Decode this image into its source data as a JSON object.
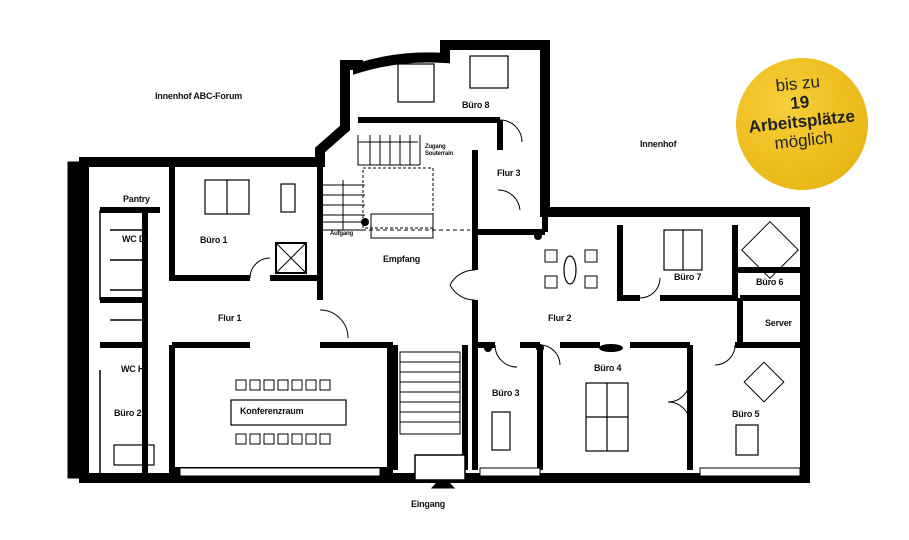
{
  "labels": {
    "innenhof_abc": "Innenhof ABC-Forum",
    "innenhof": "Innenhof",
    "buero8": "Büro 8",
    "pantry": "Pantry",
    "buero1": "Büro 1",
    "wcd": "WC D",
    "flur3": "Flur 3",
    "empfang": "Empfang",
    "buero7": "Büro 7",
    "buero6": "Büro 6",
    "flur1": "Flur 1",
    "flur2": "Flur 2",
    "server": "Server",
    "wch": "WC H",
    "buero4": "Büro 4",
    "buero3": "Büro 3",
    "konferenz": "Konferenzraum",
    "buero2": "Büro 2",
    "buero5": "Büro 5",
    "eingang": "Eingang",
    "zugang1": "Zugang",
    "zugang2": "Souterrain",
    "aufgang": "Aufgang"
  },
  "badge": {
    "line1": "bis zu",
    "count": "19",
    "line3": "Arbeitsplätze",
    "line4": "möglich",
    "color": "#eab818"
  }
}
